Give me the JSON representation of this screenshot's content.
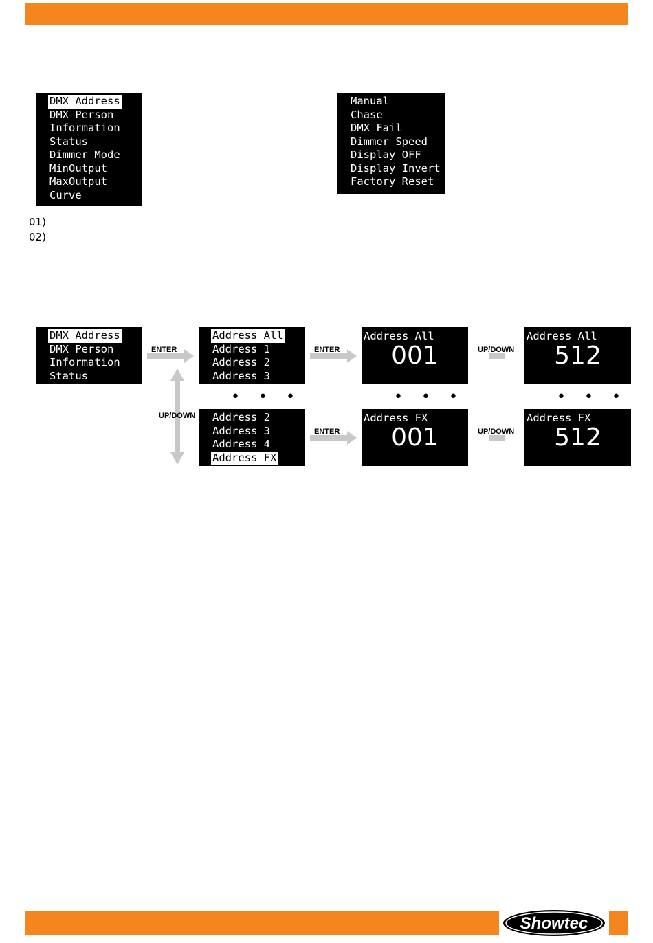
{
  "main_menu": [
    "DMX Address",
    "DMX Person",
    "Information",
    "Status",
    "Dimmer Mode",
    "MinOutput",
    "MaxOutput",
    "Curve"
  ],
  "main_menu_selected": 0,
  "main_menu_2": [
    "Manual",
    "Chase",
    "DMX Fail",
    "Dimmer Speed",
    "Display OFF",
    "Display Invert",
    "Factory Reset"
  ],
  "notes": [
    "01)",
    "02)"
  ],
  "flow": {
    "menu": [
      "DMX Address",
      "DMX Person",
      "Information",
      "Status"
    ],
    "address_list_top": [
      "Address All",
      "Address 1",
      "Address 2",
      "Address 3"
    ],
    "address_list_bottom": [
      "Address 2",
      "Address 3",
      "Address 4",
      "Address FX"
    ],
    "enter_label": "ENTER",
    "updown_label": "UP/DOWN",
    "dots": "• • •",
    "value_all_caption": "Address All",
    "value_fx_caption": "Address FX",
    "value_min": "001",
    "value_max": "512"
  },
  "brand": "Showtec",
  "colors": {
    "accent": "#f5861f",
    "screen": "#000000",
    "arrow": "#c8c8c8"
  }
}
